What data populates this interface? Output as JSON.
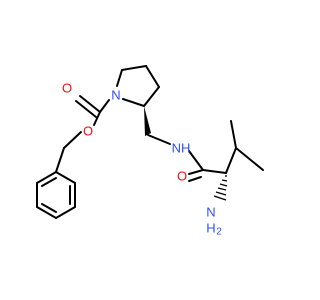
{
  "molecule": {
    "atom_labels": {
      "carbonyl_O_carbamate": "O",
      "ester_O": "O",
      "ring_N": "N",
      "amide_NH": "NH",
      "carbonyl_O_amide": "O",
      "amine_N": "N",
      "amine_H2": "H",
      "amine_H2_sub": "2"
    },
    "colors": {
      "bond": "#000000",
      "oxygen": "#ff0d0d",
      "nitrogen": "#3050f8",
      "background": "#ffffff"
    }
  }
}
